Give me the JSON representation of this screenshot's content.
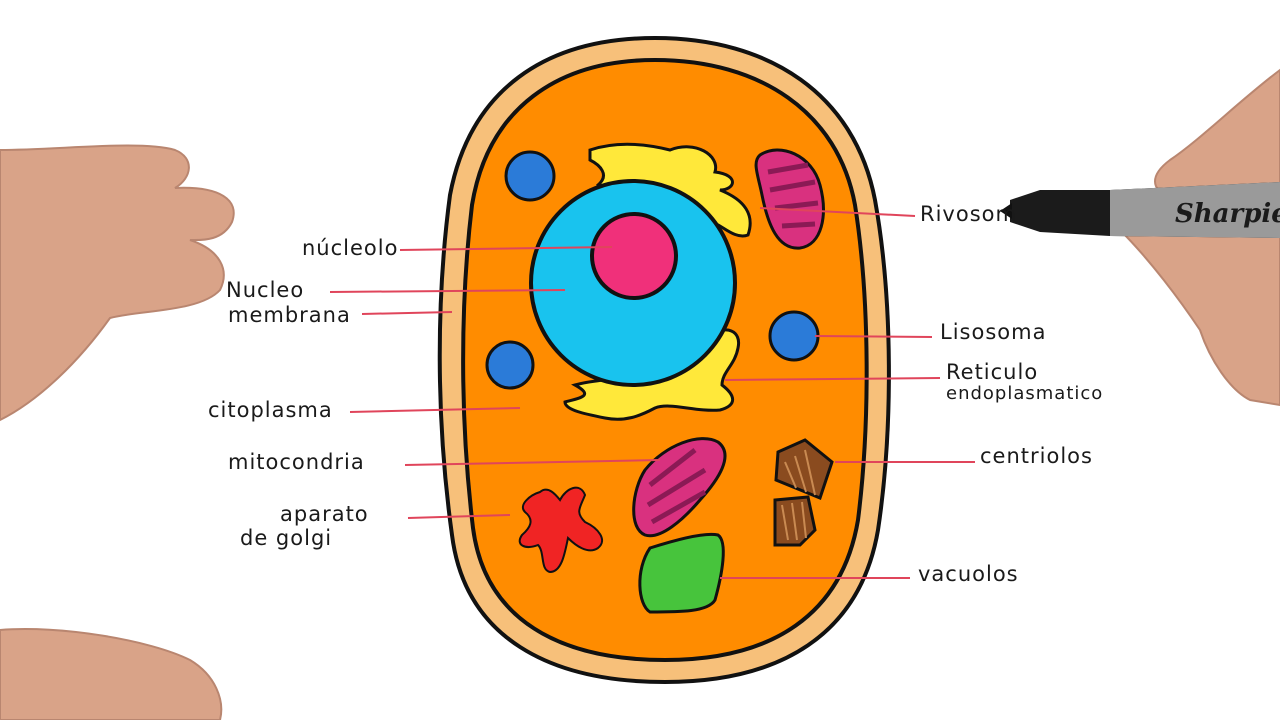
{
  "diagram": {
    "labels": {
      "nucleolo": "núcleolo",
      "nucleo": "Nucleo",
      "membrana": "membrana",
      "citoplasma": "citoplasma",
      "mitocondria": "mitocondria",
      "aparato_line1": "aparato",
      "aparato_line2": "de golgi",
      "ribosoma": "Rivosom",
      "lisosoma": "Lisosoma",
      "reticulo_line1": "Reticulo",
      "reticulo_line2": "endoplasmatico",
      "centriolos": "centriolos",
      "vacuolos": "vacuolos"
    },
    "marker_brand": "Sharpie",
    "colors": {
      "membrane": "#f7c07a",
      "cytoplasm": "#ff8c00",
      "nucleus": "#19c3ee",
      "nucleolus": "#f0307a",
      "golgi_er": "#ffe83a",
      "mitochondria": "#d9317f",
      "lysosome": "#2b7bd8",
      "golgi_apparatus": "#f02424",
      "centrioles": "#8a4b1f",
      "vacuole": "#47c43c",
      "pointer_lines": "#e0455b"
    }
  }
}
